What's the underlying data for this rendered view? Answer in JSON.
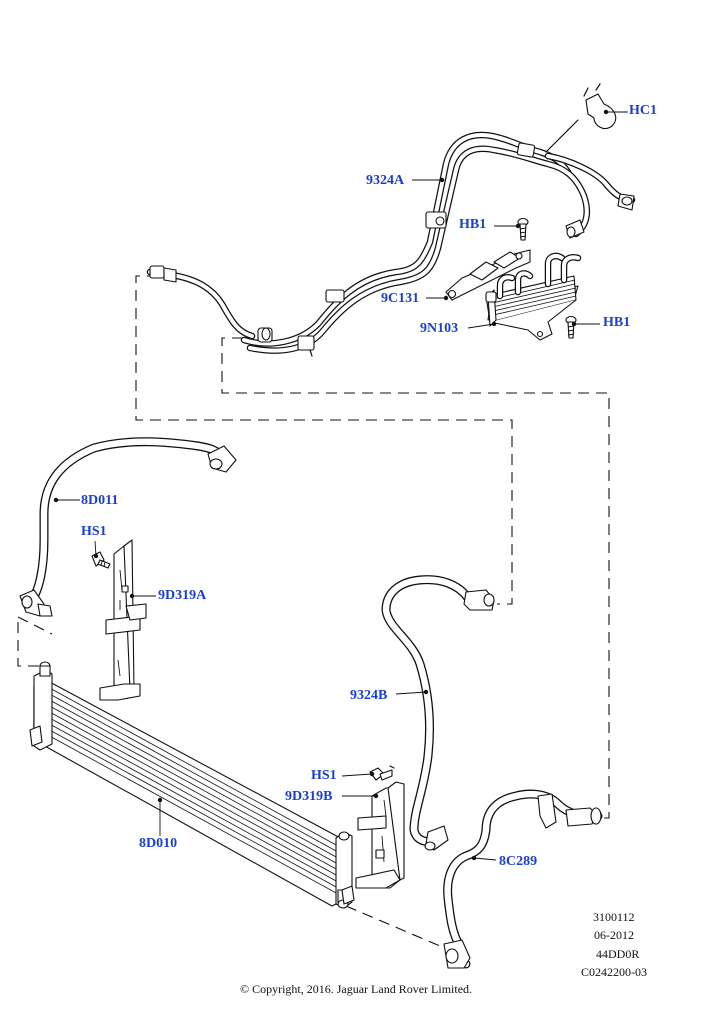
{
  "callouts": {
    "hc1": "HC1",
    "pipe_9324a": "9324A",
    "hb1_upper": "HB1",
    "bracket_9c131": "9C131",
    "cooler_9n103": "9N103",
    "hb1_lower": "HB1",
    "hose_8d011": "8D011",
    "hs1_upper": "HS1",
    "bracket_9d319a": "9D319A",
    "hose_9324b": "9324B",
    "hs1_lower": "HS1",
    "bracket_9d319b": "9D319B",
    "cooler_8d010": "8D010",
    "hose_8c289": "8C289"
  },
  "meta": {
    "line1": "3100112",
    "line2": "06-2012",
    "line3": "44DD0R",
    "line4": "C0242200-03"
  },
  "copyright": "© Copyright, 2016. Jaguar Land Rover Limited.",
  "colors": {
    "callout_text": "#1a3fd0",
    "line_art": "#111111",
    "background": "#ffffff"
  }
}
